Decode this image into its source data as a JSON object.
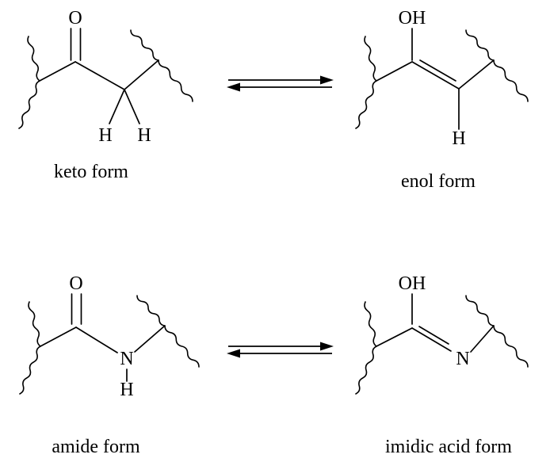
{
  "structures": {
    "keto": {
      "o": "O",
      "h_left": "H",
      "h_right": "H",
      "caption": "keto form"
    },
    "enol": {
      "oh": "OH",
      "h": "H",
      "caption": "enol form"
    },
    "amide": {
      "o": "O",
      "n": "N",
      "h": "H",
      "caption": "amide form"
    },
    "imidic_acid": {
      "oh": "OH",
      "n": "N",
      "caption": "imidic acid form"
    }
  },
  "colors": {
    "ink": "#000000",
    "background": "#ffffff"
  }
}
